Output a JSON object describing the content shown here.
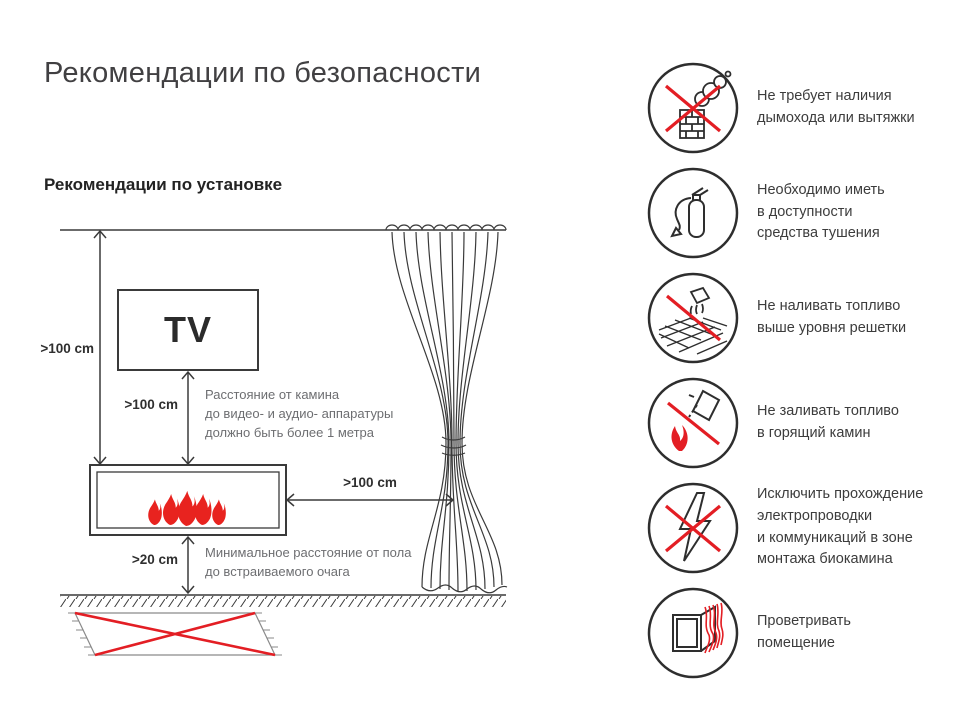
{
  "page": {
    "title": "Рекомендации по безопасности"
  },
  "installation": {
    "title": "Рекомендации по установке",
    "tv_label": "TV",
    "dims": {
      "wall_to_fireplace": ">100 cm",
      "tv_to_fireplace": ">100 cm",
      "fireplace_to_curtain": ">100 cm",
      "floor_to_fireplace": ">20 cm"
    },
    "notes": {
      "tv_note": "Расстояние от камина\nдо видео- и аудио- аппаратуры\nдолжно быть более 1 метра",
      "floor_note": "Минимальное расстояние от пола\nдо встраиваемого очага"
    }
  },
  "safety": {
    "items": [
      {
        "icon": "no-chimney-icon",
        "text": "Не требует наличия\nдымохода или вытяжки"
      },
      {
        "icon": "extinguisher-icon",
        "text": "Необходимо иметь\nв доступности\nсредства тушения"
      },
      {
        "icon": "no-overfill-icon",
        "text": "Не наливать топливо\nвыше уровня решетки"
      },
      {
        "icon": "no-pour-burning-icon",
        "text": "Не заливать топливо\nв горящий камин"
      },
      {
        "icon": "no-wiring-icon",
        "text": "Исключить прохождение\nэлектропроводки\nи коммуникаций в зоне\nмонтажа биокамина"
      },
      {
        "icon": "ventilate-icon",
        "text": "Проветривать\nпомещение"
      }
    ]
  },
  "colors": {
    "accent_red": "#e31e24",
    "line_dark": "#3a3a3a",
    "note_gray": "#6d6e71"
  }
}
